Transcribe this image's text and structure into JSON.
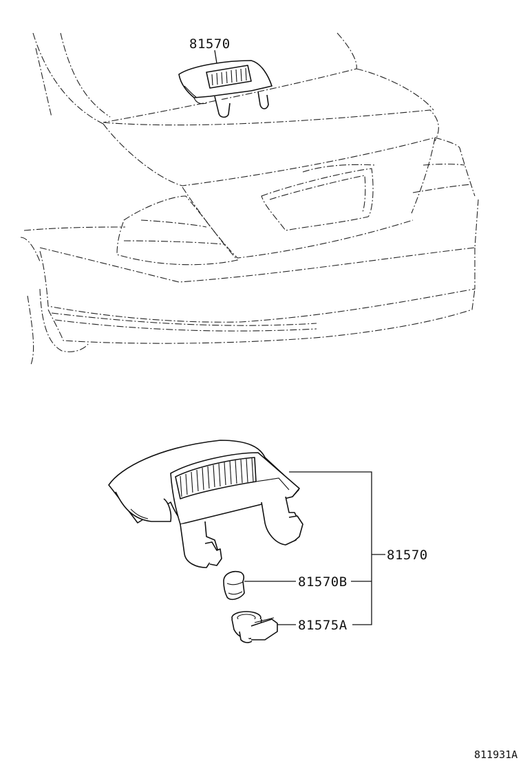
{
  "diagram": {
    "labels": {
      "top_part": "81570",
      "assembly": "81570",
      "bulb": "81570B",
      "socket": "81575A",
      "figure_id": "811931A"
    }
  }
}
